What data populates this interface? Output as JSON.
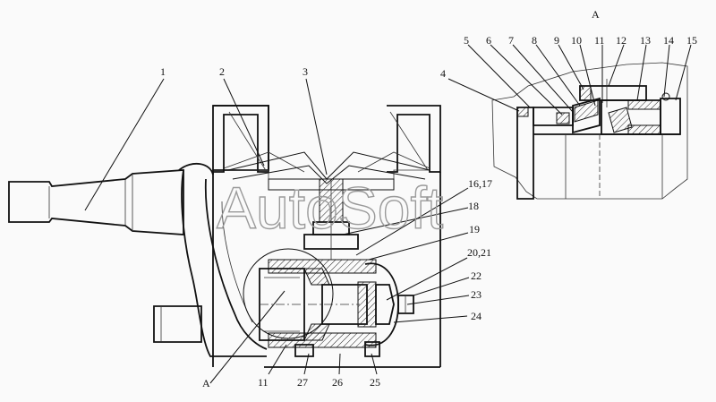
{
  "view_label": "A",
  "section_label": "A",
  "watermark": "AutoSoft",
  "callouts": {
    "c1": "1",
    "c2": "2",
    "c3": "3",
    "c4": "4",
    "c5": "5",
    "c6": "6",
    "c7": "7",
    "c8": "8",
    "c9": "9",
    "c10": "10",
    "c11": "11",
    "c12": "12",
    "c13": "13",
    "c14": "14",
    "c15": "15",
    "c16_17": "16,17",
    "c18": "18",
    "c19": "19",
    "c20_21": "20,21",
    "c22": "22",
    "c23": "23",
    "c24": "24",
    "c25": "25",
    "c26": "26",
    "c27": "27",
    "c11b": "11"
  }
}
